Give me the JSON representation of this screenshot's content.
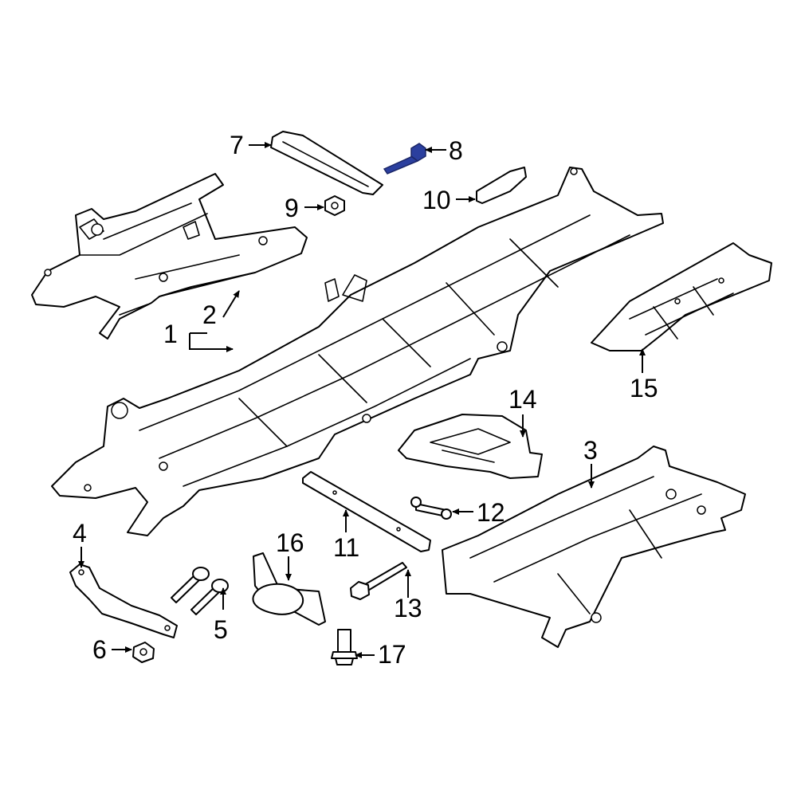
{
  "diagram": {
    "highlight_color": "#2b3f9e",
    "line_color": "#000000",
    "background": "#ffffff",
    "highlighted_callout": "8",
    "callouts": [
      {
        "id": "c1",
        "label": "1"
      },
      {
        "id": "c2",
        "label": "2"
      },
      {
        "id": "c3",
        "label": "3"
      },
      {
        "id": "c4",
        "label": "4"
      },
      {
        "id": "c5",
        "label": "5"
      },
      {
        "id": "c6",
        "label": "6"
      },
      {
        "id": "c7",
        "label": "7"
      },
      {
        "id": "c8",
        "label": "8"
      },
      {
        "id": "c9",
        "label": "9"
      },
      {
        "id": "c10",
        "label": "10"
      },
      {
        "id": "c11",
        "label": "11"
      },
      {
        "id": "c12",
        "label": "12"
      },
      {
        "id": "c13",
        "label": "13"
      },
      {
        "id": "c14",
        "label": "14"
      },
      {
        "id": "c15",
        "label": "15"
      },
      {
        "id": "c16",
        "label": "16"
      },
      {
        "id": "c17",
        "label": "17"
      }
    ]
  }
}
